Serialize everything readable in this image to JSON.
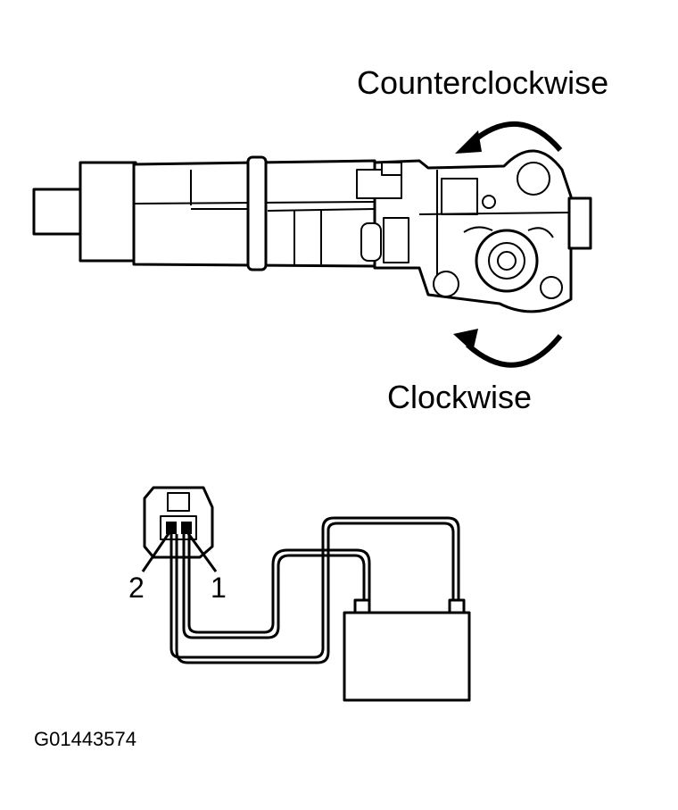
{
  "labels": {
    "counterclockwise": "Counterclockwise",
    "clockwise": "Clockwise",
    "pin_2": "2",
    "pin_1": "1",
    "figure_code": "G01443574"
  }
}
